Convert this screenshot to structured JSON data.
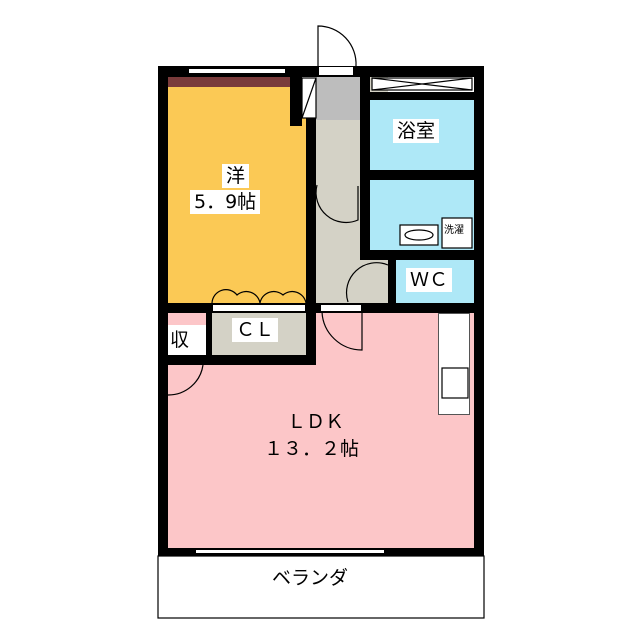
{
  "rooms": {
    "western": {
      "name": "洋",
      "size": "5．9帖",
      "color": "#fbc955"
    },
    "bath": {
      "name": "浴室",
      "color": "#aee8f7"
    },
    "washer": {
      "name": "洗濯",
      "color": "#aee8f7"
    },
    "wc": {
      "name": "ＷＣ",
      "color": "#aee8f7"
    },
    "closet": {
      "name": "ＣＬ",
      "color": "#d4d2c6"
    },
    "storage": {
      "name": "収"
    },
    "ldk": {
      "name": "ＬＤＫ",
      "size": "１３．２帖",
      "color": "#fcc6c8"
    },
    "balcony": {
      "name": "ベランダ"
    }
  }
}
